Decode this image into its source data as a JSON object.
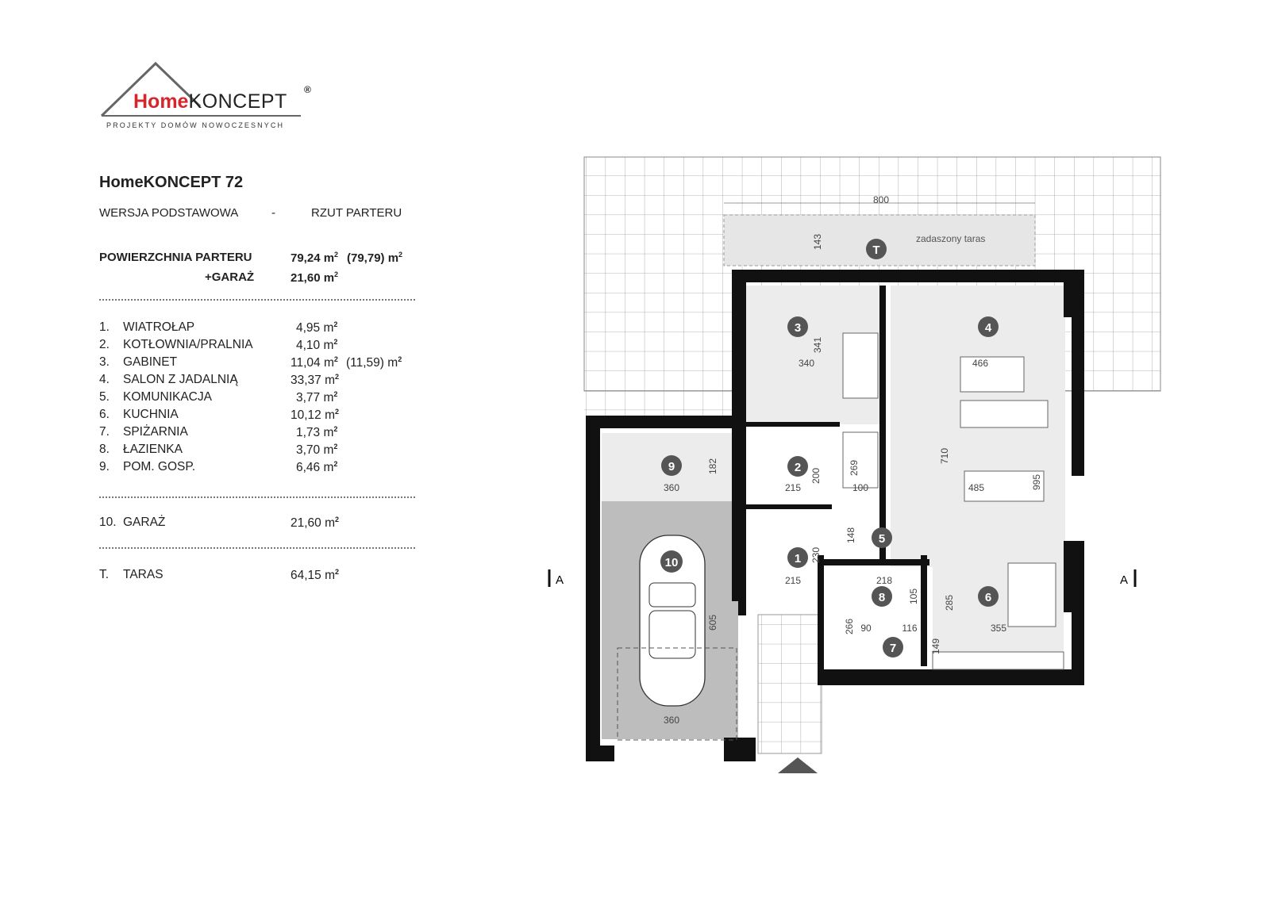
{
  "logo": {
    "home": "Home",
    "koncept": "KONCEPT",
    "reg": "®",
    "tagline": "PROJEKTY DOMÓW NOWOCZESNYCH"
  },
  "title": "HomeKONCEPT 72",
  "subtitle": {
    "left": "WERSJA  PODSTAWOWA",
    "dash": "-",
    "right": "RZUT PARTERU"
  },
  "area": {
    "label": "POWIERZCHNIA PARTERU",
    "value": "79,24 m",
    "alt": "(79,79) m",
    "garage_label": "+GARAŻ",
    "garage_value": "21,60 m"
  },
  "rooms": [
    {
      "no": "1.",
      "name": "WIATROŁAP",
      "area": "4,95 m",
      "alt": ""
    },
    {
      "no": "2.",
      "name": "KOTŁOWNIA/PRALNIA",
      "area": "4,10 m",
      "alt": ""
    },
    {
      "no": "3.",
      "name": "GABINET",
      "area": "11,04 m",
      "alt": "(11,59) m"
    },
    {
      "no": "4.",
      "name": "SALON Z JADALNIĄ",
      "area": "33,37 m",
      "alt": ""
    },
    {
      "no": "5.",
      "name": "KOMUNIKACJA",
      "area": "3,77 m",
      "alt": ""
    },
    {
      "no": "6.",
      "name": "KUCHNIA",
      "area": "10,12 m",
      "alt": ""
    },
    {
      "no": "7.",
      "name": "SPIŻARNIA",
      "area": "1,73 m",
      "alt": ""
    },
    {
      "no": "8.",
      "name": "ŁAZIENKA",
      "area": "3,70 m",
      "alt": ""
    },
    {
      "no": "9.",
      "name": "POM. GOSP.",
      "area": "6,46 m",
      "alt": ""
    }
  ],
  "garage_row": {
    "no": "10.",
    "name": "GARAŻ",
    "area": "21,60 m"
  },
  "terrace_row": {
    "no": "T.",
    "name": "TARAS",
    "area": "64,15 m"
  },
  "plan": {
    "section_mark": "A",
    "terrace_label": "zadaszony taras",
    "terrace_marker": "T",
    "dimensions": [
      "800",
      "143",
      "341",
      "340",
      "466",
      "710",
      "995",
      "485",
      "182",
      "360",
      "215",
      "200",
      "269",
      "100",
      "148",
      "230",
      "215",
      "218",
      "105",
      "285",
      "266",
      "90",
      "116",
      "149",
      "355",
      "605",
      "360"
    ],
    "room_markers": [
      "1",
      "2",
      "3",
      "4",
      "5",
      "6",
      "7",
      "8",
      "9",
      "10"
    ]
  }
}
